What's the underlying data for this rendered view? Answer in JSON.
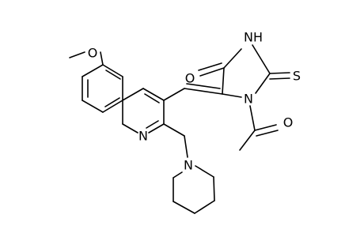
{
  "molecule": {
    "atoms": {
      "methoxy_o": "O",
      "quinoline_n": "N",
      "piperidine_n": "N",
      "ketone_o": "O",
      "ring_nh": "NH",
      "ring_n": "N",
      "thione_s": "S",
      "acetyl_o": "O"
    }
  },
  "colors": {
    "bond": "#000000",
    "text": "#000000",
    "background": "#ffffff"
  }
}
